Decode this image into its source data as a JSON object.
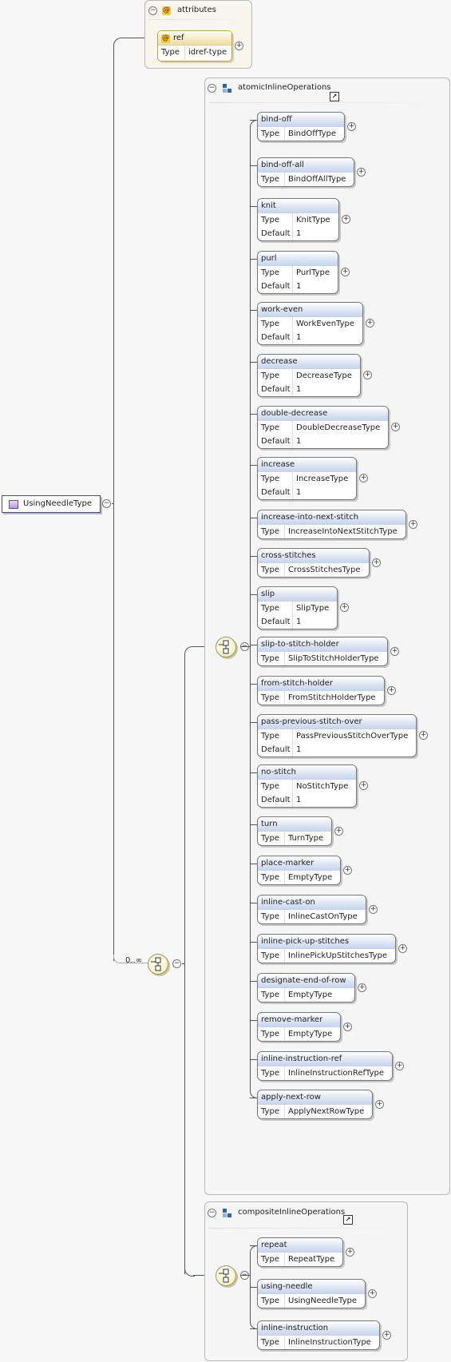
{
  "root": {
    "label": "UsingNeedleType"
  },
  "attributes": {
    "title": "attributes",
    "ref": {
      "name": "ref",
      "type_key": "Type",
      "type_value": "idref-type"
    }
  },
  "choice_occurrence": "0..∞",
  "atomic": {
    "title": "atomicInlineOperations",
    "elements": [
      {
        "name": "bind-off",
        "rows": [
          {
            "k": "Type",
            "v": "BindOffType"
          }
        ]
      },
      {
        "name": "bind-off-all",
        "rows": [
          {
            "k": "Type",
            "v": "BindOffAllType"
          }
        ]
      },
      {
        "name": "knit",
        "rows": [
          {
            "k": "Type",
            "v": "KnitType"
          },
          {
            "k": "Default",
            "v": "1"
          }
        ]
      },
      {
        "name": "purl",
        "rows": [
          {
            "k": "Type",
            "v": "PurlType"
          },
          {
            "k": "Default",
            "v": "1"
          }
        ]
      },
      {
        "name": "work-even",
        "rows": [
          {
            "k": "Type",
            "v": "WorkEvenType"
          },
          {
            "k": "Default",
            "v": "1"
          }
        ]
      },
      {
        "name": "decrease",
        "rows": [
          {
            "k": "Type",
            "v": "DecreaseType"
          },
          {
            "k": "Default",
            "v": "1"
          }
        ]
      },
      {
        "name": "double-decrease",
        "rows": [
          {
            "k": "Type",
            "v": "DoubleDecreaseType"
          },
          {
            "k": "Default",
            "v": "1"
          }
        ]
      },
      {
        "name": "increase",
        "rows": [
          {
            "k": "Type",
            "v": "IncreaseType"
          },
          {
            "k": "Default",
            "v": "1"
          }
        ]
      },
      {
        "name": "increase-into-next-stitch",
        "rows": [
          {
            "k": "Type",
            "v": "IncreaseIntoNextStitchType"
          }
        ]
      },
      {
        "name": "cross-stitches",
        "rows": [
          {
            "k": "Type",
            "v": "CrossStitchesType"
          }
        ]
      },
      {
        "name": "slip",
        "rows": [
          {
            "k": "Type",
            "v": "SlipType"
          },
          {
            "k": "Default",
            "v": "1"
          }
        ]
      },
      {
        "name": "slip-to-stitch-holder",
        "rows": [
          {
            "k": "Type",
            "v": "SlipToStitchHolderType"
          }
        ]
      },
      {
        "name": "from-stitch-holder",
        "rows": [
          {
            "k": "Type",
            "v": "FromStitchHolderType"
          }
        ]
      },
      {
        "name": "pass-previous-stitch-over",
        "rows": [
          {
            "k": "Type",
            "v": "PassPreviousStitchOverType"
          },
          {
            "k": "Default",
            "v": "1"
          }
        ]
      },
      {
        "name": "no-stitch",
        "rows": [
          {
            "k": "Type",
            "v": "NoStitchType"
          },
          {
            "k": "Default",
            "v": "1"
          }
        ]
      },
      {
        "name": "turn",
        "rows": [
          {
            "k": "Type",
            "v": "TurnType"
          }
        ]
      },
      {
        "name": "place-marker",
        "rows": [
          {
            "k": "Type",
            "v": "EmptyType"
          }
        ]
      },
      {
        "name": "inline-cast-on",
        "rows": [
          {
            "k": "Type",
            "v": "InlineCastOnType"
          }
        ]
      },
      {
        "name": "inline-pick-up-stitches",
        "rows": [
          {
            "k": "Type",
            "v": "InlinePickUpStitchesType"
          }
        ]
      },
      {
        "name": "designate-end-of-row",
        "rows": [
          {
            "k": "Type",
            "v": "EmptyType"
          }
        ]
      },
      {
        "name": "remove-marker",
        "rows": [
          {
            "k": "Type",
            "v": "EmptyType"
          }
        ]
      },
      {
        "name": "inline-instruction-ref",
        "rows": [
          {
            "k": "Type",
            "v": "InlineInstructionRefType"
          }
        ]
      },
      {
        "name": "apply-next-row",
        "rows": [
          {
            "k": "Type",
            "v": "ApplyNextRowType"
          }
        ]
      }
    ]
  },
  "composite": {
    "title": "compositeInlineOperations",
    "elements": [
      {
        "name": "repeat",
        "rows": [
          {
            "k": "Type",
            "v": "RepeatType"
          }
        ]
      },
      {
        "name": "using-needle",
        "rows": [
          {
            "k": "Type",
            "v": "UsingNeedleType"
          }
        ]
      },
      {
        "name": "inline-instruction",
        "rows": [
          {
            "k": "Type",
            "v": "InlineInstructionType"
          }
        ]
      }
    ]
  }
}
